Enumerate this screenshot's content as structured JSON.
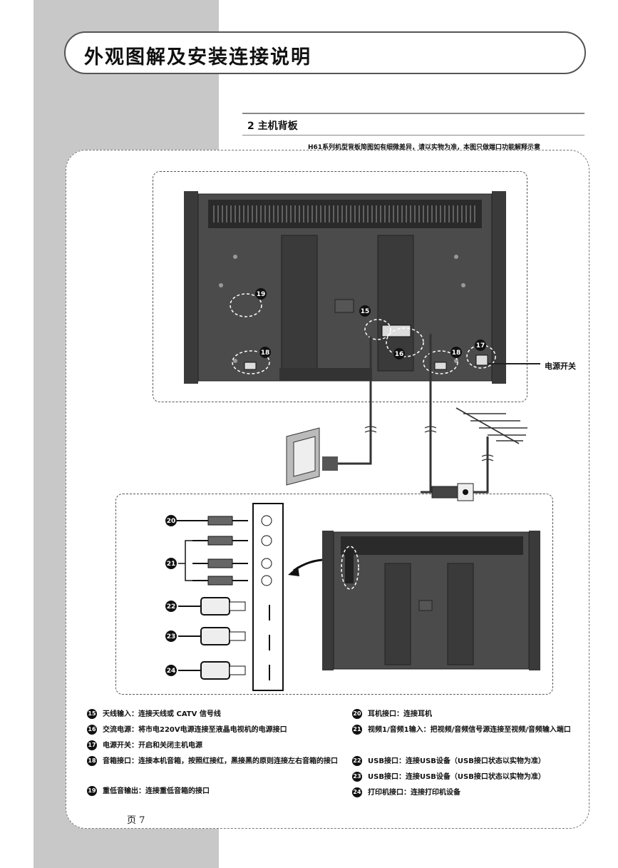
{
  "header": {
    "title": "外观图解及安装连接说明"
  },
  "section": {
    "title": "2 主机背板",
    "note": "H61系列机型背板简图如有细微差异，请以实物为准，本图只做端口功能解释示意"
  },
  "diagram": {
    "markers": [
      "15",
      "16",
      "17",
      "18",
      "18",
      "19"
    ],
    "power_switch_label": "电源开关"
  },
  "ports": {
    "markers": [
      "20",
      "21",
      "22",
      "23",
      "24"
    ]
  },
  "legend_left": [
    {
      "num": "15",
      "text": "天线输入：连接天线或 CATV 信号线"
    },
    {
      "num": "16",
      "text": "交流电源：将市电220V电源连接至液晶电视机的电源接口"
    },
    {
      "num": "17",
      "text": "电源开关：开启和关闭主机电源"
    },
    {
      "num": "18",
      "text": "音箱接口：连接本机音箱，按照红接红，黑接黑的原则连接左右音箱的接口"
    },
    {
      "num": "19",
      "text": "重低音输出：连接重低音箱的接口"
    }
  ],
  "legend_right": [
    {
      "num": "20",
      "text": "耳机接口：连接耳机"
    },
    {
      "num": "21",
      "text": "视频1/音频1输入：把视频/音频信号源连接至视频/音频输入端口"
    },
    {
      "num": "22",
      "text": "USB接口：连接USB设备（USB接口状态以实物为准）"
    },
    {
      "num": "23",
      "text": "USB接口：连接USB设备（USB接口状态以实物为准）"
    },
    {
      "num": "24",
      "text": "打印机接口：连接打印机设备"
    }
  ],
  "footer": {
    "page_label": "页 7"
  }
}
